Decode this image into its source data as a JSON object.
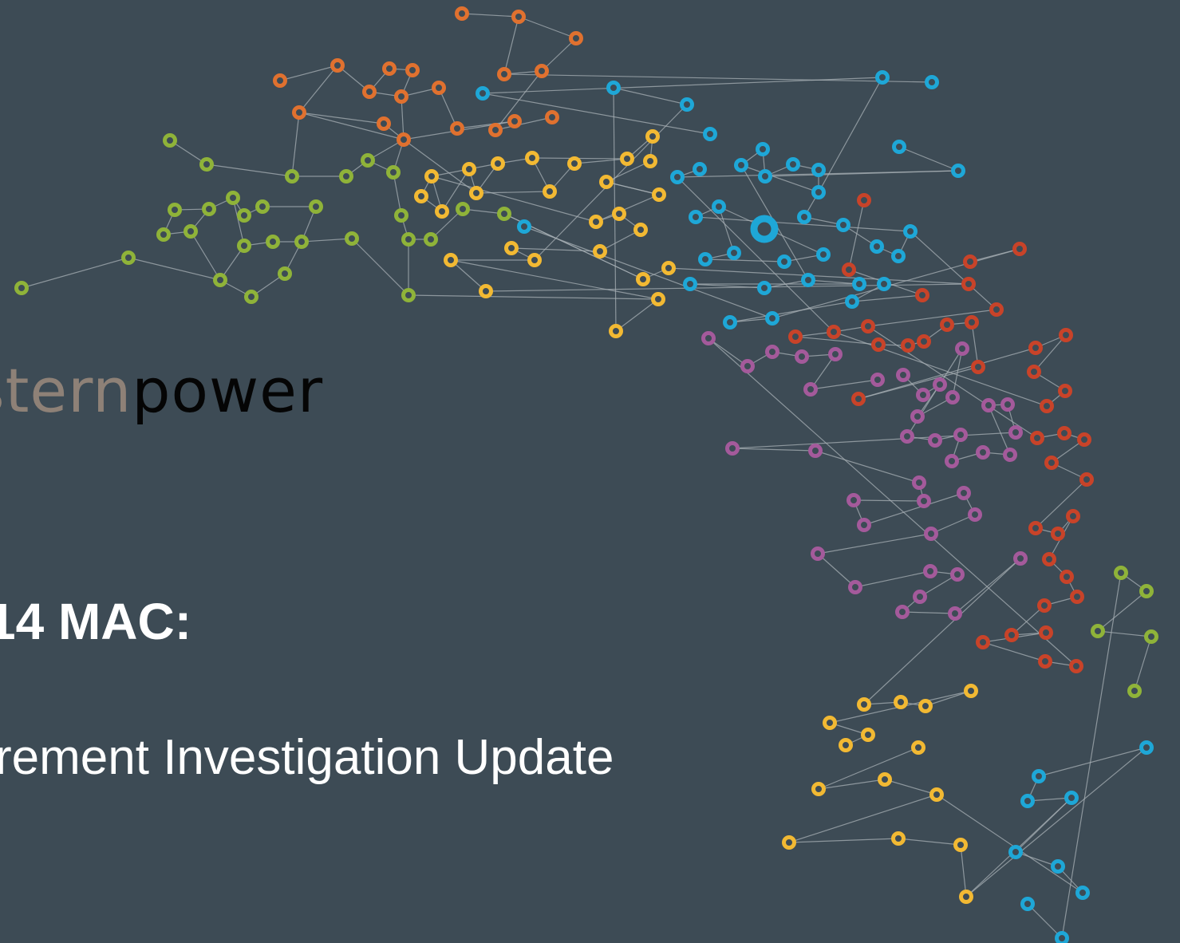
{
  "slide": {
    "logo_part1": "stern",
    "logo_part2": "power",
    "title": "14 MAC:",
    "subtitle": "rement Investigation Update"
  },
  "theme": {
    "background": "#3d4b55",
    "edge_color": "#a8b0b6",
    "node_colors": {
      "green": "#8fb339",
      "orange": "#e0712f",
      "yellow": "#f2b933",
      "blue": "#1ea7d7",
      "red": "#c84329",
      "purple": "#a45a9b"
    }
  },
  "network": {
    "graphic": "network-graph-decoration"
  }
}
